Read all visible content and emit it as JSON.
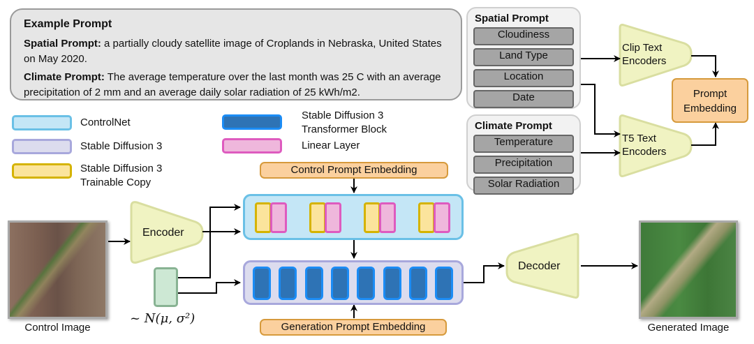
{
  "example_prompt": {
    "title": "Example Prompt",
    "spatial_label": "Spatial Prompt:",
    "spatial_text": " a partially cloudy satellite image of Croplands in Nebraska, United States on May 2020.",
    "climate_label": "Climate Prompt:",
    "climate_text": " The average temperature over the last month was 25 C with an average precipitation of 2 mm and an average daily solar radiation of 25 kWh/m2."
  },
  "spatial_prompt": {
    "title": "Spatial Prompt",
    "items": [
      "Cloudiness",
      "Land Type",
      "Location",
      "Date"
    ]
  },
  "climate_prompt": {
    "title": "Climate Prompt",
    "items": [
      "Temperature",
      "Precipitation",
      "Solar Radiation"
    ]
  },
  "encoders": {
    "clip": [
      "Clip Text",
      "Encoders"
    ],
    "t5": [
      "T5 Text",
      "Encoders"
    ],
    "image_encoder": "Encoder",
    "decoder": "Decoder"
  },
  "prompt_embedding": [
    "Prompt",
    "Embedding"
  ],
  "legend": [
    {
      "label": "ControlNet",
      "fill": "#c4e6f6",
      "stroke": "#6ac0e6"
    },
    {
      "label": "Stable Diffusion 3",
      "fill": "#dcdcee",
      "stroke": "#a8a8dc"
    },
    {
      "label": "Stable Diffusion 3 Trainable Copy",
      "line1": "Stable Diffusion 3",
      "line2": "Trainable Copy",
      "fill": "#fbe49c",
      "stroke": "#d5b300"
    },
    {
      "label": "Stable Diffusion 3 Transformer Block",
      "line1": "Stable Diffusion 3",
      "line2": "Transformer Block",
      "fill": "#2e73b5",
      "stroke": "#1b8cf5"
    },
    {
      "label": "Linear Layer",
      "fill": "#efb7dc",
      "stroke": "#de5bbf"
    }
  ],
  "control_prompt_embedding": "Control Prompt Embedding",
  "generation_prompt_embedding": "Generation Prompt Embedding",
  "noise_label": "~ N(μ, σ²)",
  "control_image_caption": "Control Image",
  "generated_image_caption": "Generated Image",
  "controlnet_block_count": 4,
  "transformer_block_count": 8
}
